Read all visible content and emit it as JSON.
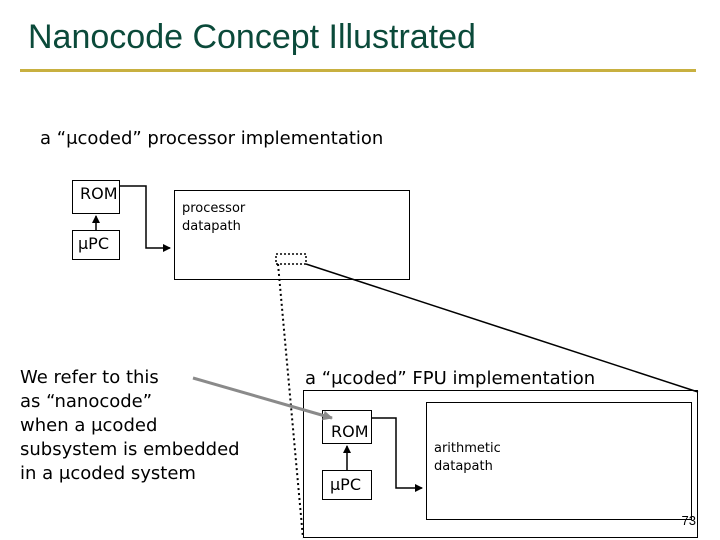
{
  "header": {
    "title": "Nanocode Concept Illustrated"
  },
  "top_diagram": {
    "caption": "a “μcoded” processor implementation",
    "rom_label": "ROM",
    "upc_label": "μPC",
    "datapath_label": "processor\ndatapath"
  },
  "note_text": "We refer to this\nas “nanocode”\nwhen a μcoded\nsubsystem is embedded\nin a μcoded system",
  "bottom_diagram": {
    "caption": "a “μcoded” FPU implementation",
    "rom_label": "ROM",
    "upc_label": "μPC",
    "datapath_label": "arithmetic\ndatapath"
  },
  "footer": {
    "page_number": "73"
  },
  "colors": {
    "title": "#0b4a3a",
    "rule": "#c8b040",
    "arrow": "#8a8a8a"
  }
}
